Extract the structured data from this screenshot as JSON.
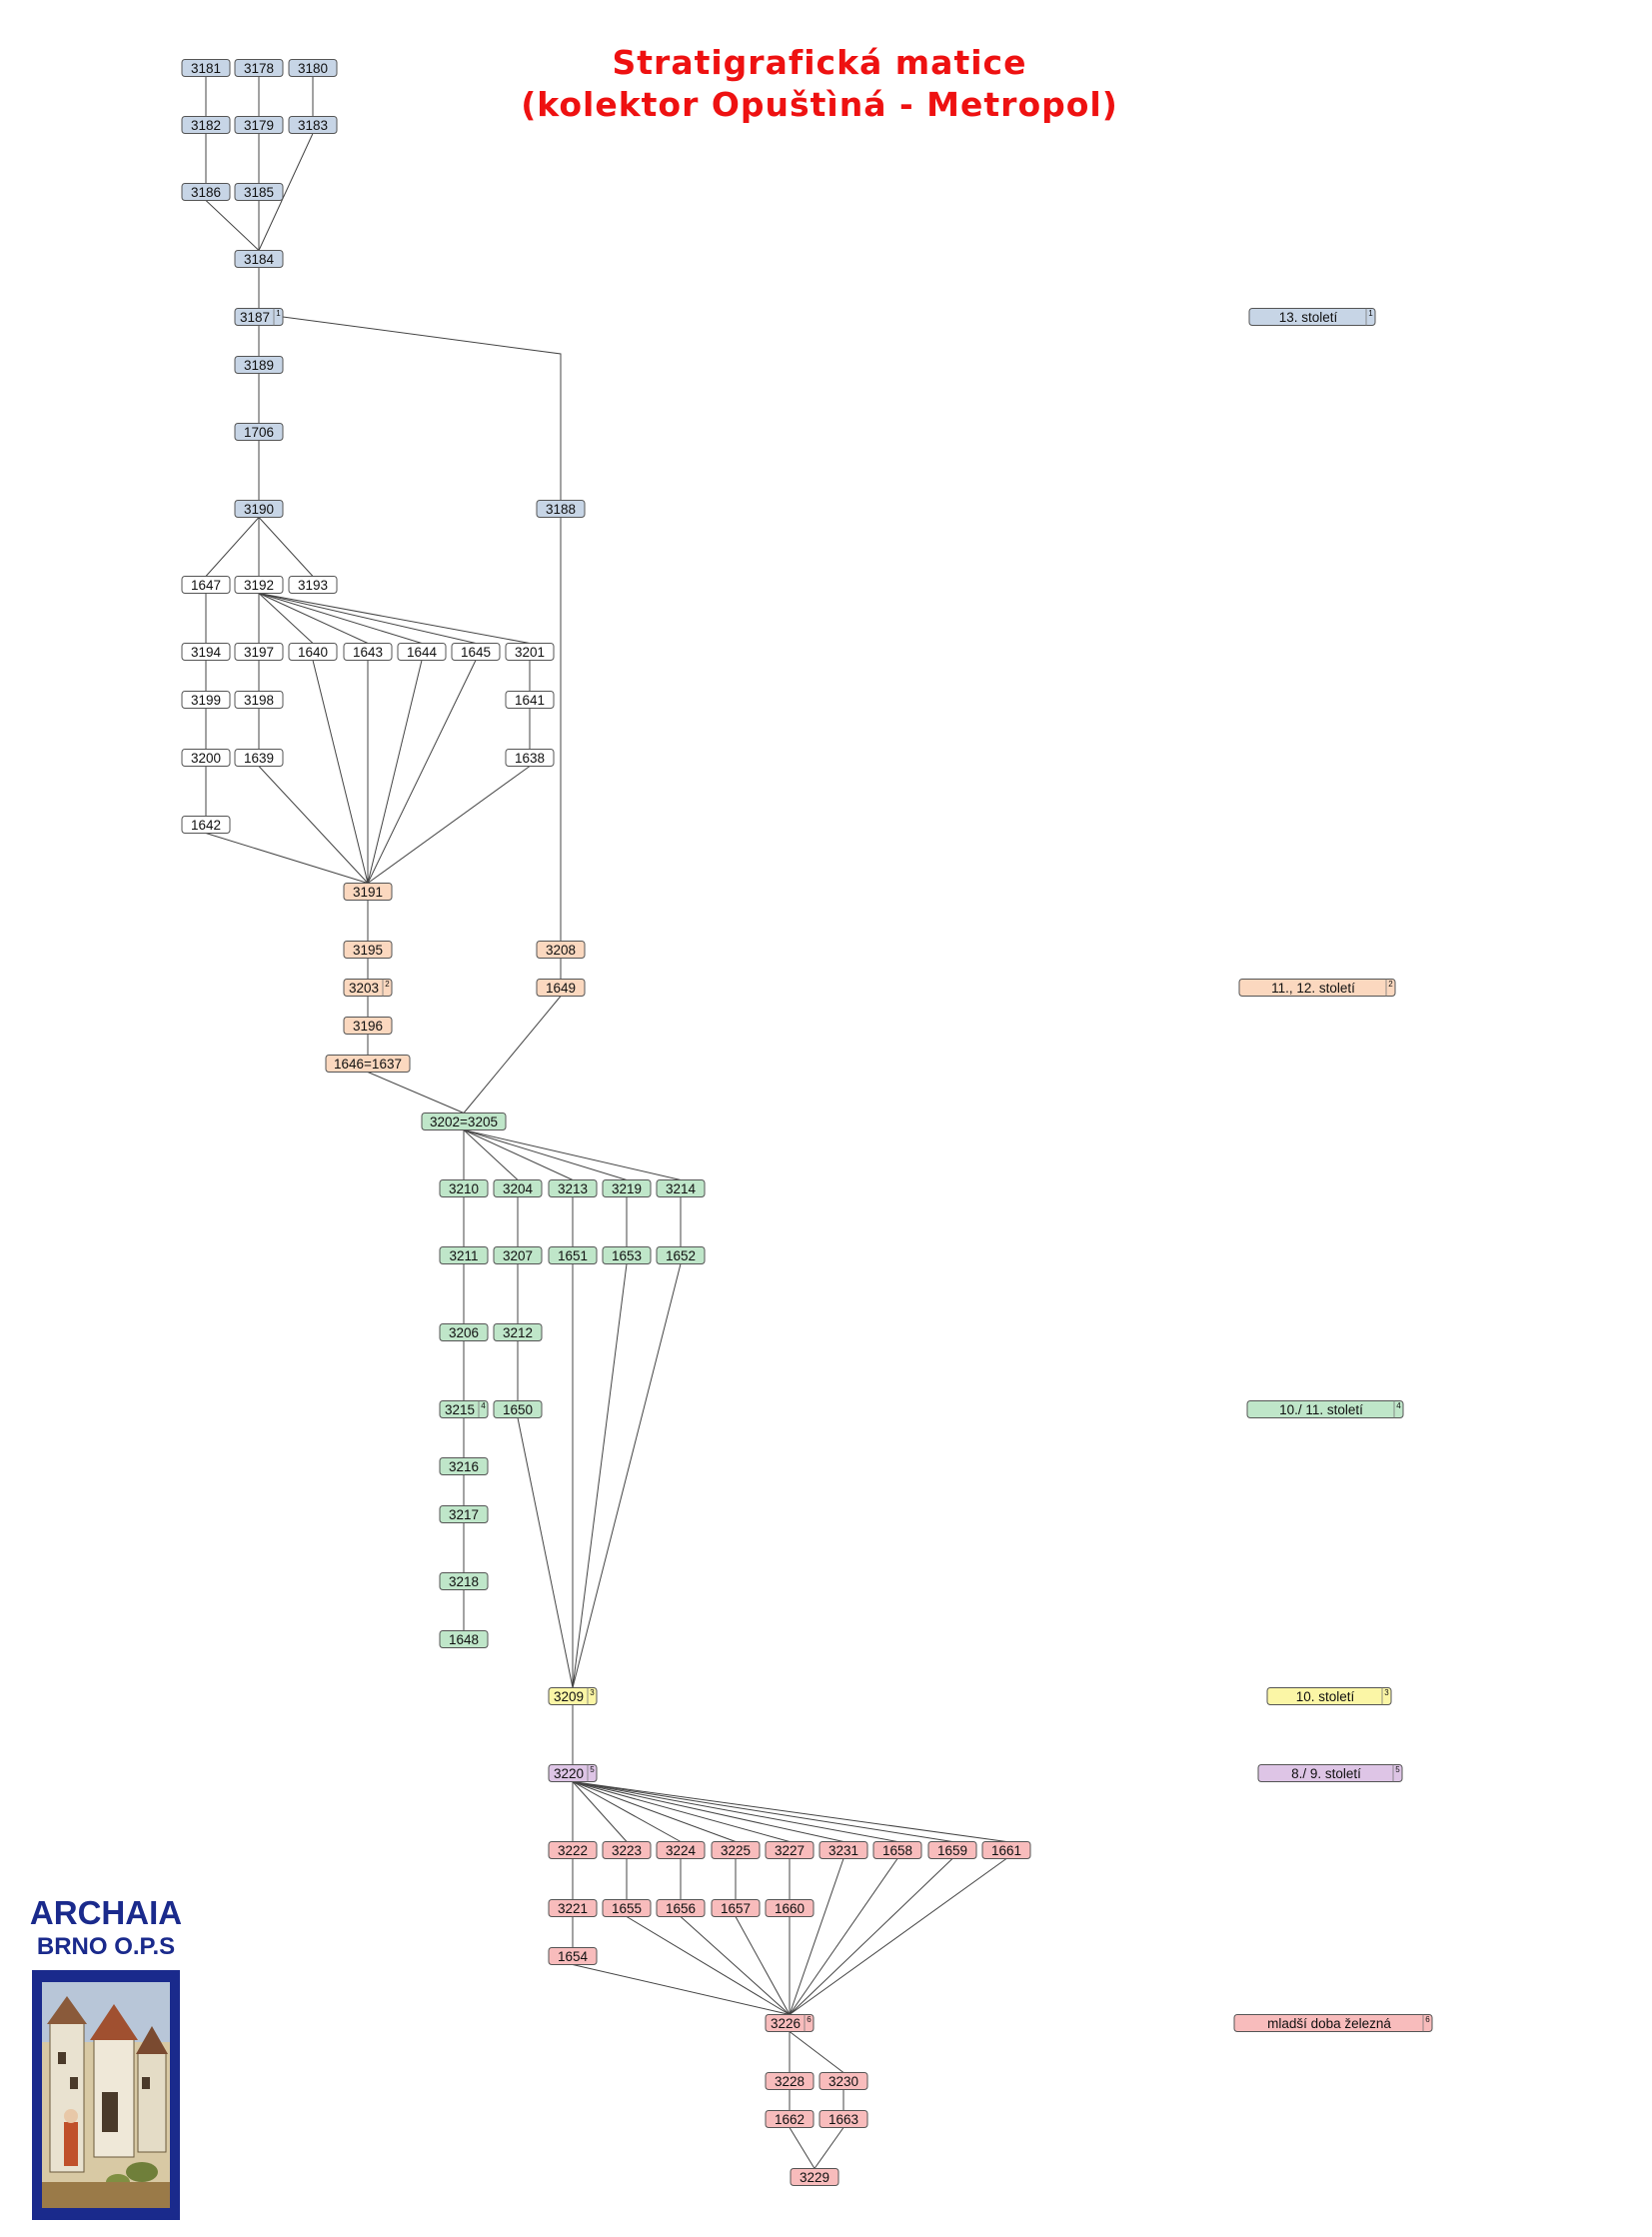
{
  "title": {
    "line1": "Stratigrafická matice",
    "line2": "(kolektor Opuštìná - Metropol)"
  },
  "colors": {
    "blue": "#c7d5e6",
    "white": "#ffffff",
    "orange": "#fbd8bf",
    "green": "#bfe6c9",
    "yellow": "#fbf6a6",
    "purple": "#dec5e6",
    "red": "#f8bcbc",
    "title": "#ee1111",
    "logo": "#1a2a8c"
  },
  "nodes": [
    {
      "id": "3181",
      "c": "blue"
    },
    {
      "id": "3178",
      "c": "blue"
    },
    {
      "id": "3180",
      "c": "blue"
    },
    {
      "id": "3182",
      "c": "blue"
    },
    {
      "id": "3179",
      "c": "blue"
    },
    {
      "id": "3183",
      "c": "blue"
    },
    {
      "id": "3186",
      "c": "blue"
    },
    {
      "id": "3185",
      "c": "blue"
    },
    {
      "id": "3184",
      "c": "blue"
    },
    {
      "id": "3187",
      "c": "blue",
      "sup": "1"
    },
    {
      "id": "3189",
      "c": "blue"
    },
    {
      "id": "1706",
      "c": "blue"
    },
    {
      "id": "3190",
      "c": "blue"
    },
    {
      "id": "3188",
      "c": "blue"
    },
    {
      "id": "1647",
      "c": "white"
    },
    {
      "id": "3192",
      "c": "white"
    },
    {
      "id": "3193",
      "c": "white"
    },
    {
      "id": "3194",
      "c": "white"
    },
    {
      "id": "3197",
      "c": "white"
    },
    {
      "id": "1640",
      "c": "white"
    },
    {
      "id": "1643",
      "c": "white"
    },
    {
      "id": "1644",
      "c": "white"
    },
    {
      "id": "1645",
      "c": "white"
    },
    {
      "id": "3201",
      "c": "white"
    },
    {
      "id": "3199",
      "c": "white"
    },
    {
      "id": "3198",
      "c": "white"
    },
    {
      "id": "1641",
      "c": "white"
    },
    {
      "id": "3200",
      "c": "white"
    },
    {
      "id": "1639",
      "c": "white"
    },
    {
      "id": "1638",
      "c": "white"
    },
    {
      "id": "1642",
      "c": "white"
    },
    {
      "id": "3191",
      "c": "orange"
    },
    {
      "id": "3195",
      "c": "orange"
    },
    {
      "id": "3208",
      "c": "orange"
    },
    {
      "id": "3203",
      "c": "orange",
      "sup": "2"
    },
    {
      "id": "1649",
      "c": "orange"
    },
    {
      "id": "3196",
      "c": "orange"
    },
    {
      "id": "1646=1637",
      "c": "orange"
    },
    {
      "id": "3202=3205",
      "c": "green"
    },
    {
      "id": "3210",
      "c": "green"
    },
    {
      "id": "3204",
      "c": "green"
    },
    {
      "id": "3213",
      "c": "green"
    },
    {
      "id": "3219",
      "c": "green"
    },
    {
      "id": "3214",
      "c": "green"
    },
    {
      "id": "3211",
      "c": "green"
    },
    {
      "id": "3207",
      "c": "green"
    },
    {
      "id": "1651",
      "c": "green"
    },
    {
      "id": "1653",
      "c": "green"
    },
    {
      "id": "1652",
      "c": "green"
    },
    {
      "id": "3206",
      "c": "green"
    },
    {
      "id": "3212",
      "c": "green"
    },
    {
      "id": "3215",
      "c": "green",
      "sup": "4"
    },
    {
      "id": "1650",
      "c": "green"
    },
    {
      "id": "3216",
      "c": "green"
    },
    {
      "id": "3217",
      "c": "green"
    },
    {
      "id": "3218",
      "c": "green"
    },
    {
      "id": "1648",
      "c": "green"
    },
    {
      "id": "3209",
      "c": "yellow",
      "sup": "3"
    },
    {
      "id": "3220",
      "c": "purple",
      "sup": "5"
    },
    {
      "id": "3222",
      "c": "red"
    },
    {
      "id": "3223",
      "c": "red"
    },
    {
      "id": "3224",
      "c": "red"
    },
    {
      "id": "3225",
      "c": "red"
    },
    {
      "id": "3227",
      "c": "red"
    },
    {
      "id": "3231",
      "c": "red"
    },
    {
      "id": "1658",
      "c": "red"
    },
    {
      "id": "1659",
      "c": "red"
    },
    {
      "id": "1661",
      "c": "red"
    },
    {
      "id": "3221",
      "c": "red"
    },
    {
      "id": "1655",
      "c": "red"
    },
    {
      "id": "1656",
      "c": "red"
    },
    {
      "id": "1657",
      "c": "red"
    },
    {
      "id": "1660",
      "c": "red"
    },
    {
      "id": "1654",
      "c": "red"
    },
    {
      "id": "3226",
      "c": "red",
      "sup": "6"
    },
    {
      "id": "3228",
      "c": "red"
    },
    {
      "id": "3230",
      "c": "red"
    },
    {
      "id": "1662",
      "c": "red"
    },
    {
      "id": "1663",
      "c": "red"
    },
    {
      "id": "3229",
      "c": "red"
    }
  ],
  "edges": [
    [
      "3181",
      "3182"
    ],
    [
      "3178",
      "3179"
    ],
    [
      "3180",
      "3183"
    ],
    [
      "3182",
      "3186"
    ],
    [
      "3179",
      "3185"
    ],
    [
      "3186",
      "3184"
    ],
    [
      "3185",
      "3184"
    ],
    [
      "3183",
      "3184"
    ],
    [
      "3184",
      "3187"
    ],
    [
      "3187",
      "3189"
    ],
    [
      "3187",
      "3188"
    ],
    [
      "3189",
      "1706"
    ],
    [
      "1706",
      "3190"
    ],
    [
      "3190",
      "1647"
    ],
    [
      "3190",
      "3192"
    ],
    [
      "3190",
      "3193"
    ],
    [
      "1647",
      "3194"
    ],
    [
      "3192",
      "3197"
    ],
    [
      "3192",
      "1640"
    ],
    [
      "3192",
      "1643"
    ],
    [
      "3192",
      "1644"
    ],
    [
      "3192",
      "1645"
    ],
    [
      "3192",
      "3201"
    ],
    [
      "3194",
      "3199"
    ],
    [
      "3197",
      "3198"
    ],
    [
      "3201",
      "1641"
    ],
    [
      "3199",
      "3200"
    ],
    [
      "3198",
      "1639"
    ],
    [
      "1641",
      "1638"
    ],
    [
      "3200",
      "1642"
    ],
    [
      "1642",
      "3191"
    ],
    [
      "1639",
      "3191"
    ],
    [
      "1640",
      "3191"
    ],
    [
      "1643",
      "3191"
    ],
    [
      "1644",
      "3191"
    ],
    [
      "1645",
      "3191"
    ],
    [
      "1638",
      "3191"
    ],
    [
      "3191",
      "3195"
    ],
    [
      "3195",
      "3203"
    ],
    [
      "3203",
      "3196"
    ],
    [
      "3196",
      "1646=1637"
    ],
    [
      "3188",
      "3208"
    ],
    [
      "3208",
      "1649"
    ],
    [
      "1646=1637",
      "3202=3205"
    ],
    [
      "1649",
      "3202=3205"
    ],
    [
      "3202=3205",
      "3210"
    ],
    [
      "3202=3205",
      "3204"
    ],
    [
      "3202=3205",
      "3213"
    ],
    [
      "3202=3205",
      "3219"
    ],
    [
      "3202=3205",
      "3214"
    ],
    [
      "3210",
      "3211"
    ],
    [
      "3204",
      "3207"
    ],
    [
      "3213",
      "1651"
    ],
    [
      "3219",
      "1653"
    ],
    [
      "3214",
      "1652"
    ],
    [
      "3211",
      "3206"
    ],
    [
      "3207",
      "3212"
    ],
    [
      "3206",
      "3215"
    ],
    [
      "3212",
      "1650"
    ],
    [
      "3215",
      "3216"
    ],
    [
      "3216",
      "3217"
    ],
    [
      "3217",
      "3218"
    ],
    [
      "3218",
      "1648"
    ],
    [
      "1650",
      "3209"
    ],
    [
      "1651",
      "3209"
    ],
    [
      "1653",
      "3209"
    ],
    [
      "1652",
      "3209"
    ],
    [
      "3209",
      "3220"
    ],
    [
      "3220",
      "3222"
    ],
    [
      "3220",
      "3223"
    ],
    [
      "3220",
      "3224"
    ],
    [
      "3220",
      "3225"
    ],
    [
      "3220",
      "3227"
    ],
    [
      "3220",
      "3231"
    ],
    [
      "3220",
      "1658"
    ],
    [
      "3220",
      "1659"
    ],
    [
      "3220",
      "1661"
    ],
    [
      "3222",
      "3221"
    ],
    [
      "3223",
      "1655"
    ],
    [
      "3224",
      "1656"
    ],
    [
      "3225",
      "1657"
    ],
    [
      "3227",
      "1660"
    ],
    [
      "3221",
      "1654"
    ],
    [
      "1654",
      "3226"
    ],
    [
      "1655",
      "3226"
    ],
    [
      "1656",
      "3226"
    ],
    [
      "1657",
      "3226"
    ],
    [
      "1660",
      "3226"
    ],
    [
      "3231",
      "3226"
    ],
    [
      "1658",
      "3226"
    ],
    [
      "1659",
      "3226"
    ],
    [
      "1661",
      "3226"
    ],
    [
      "3226",
      "3228"
    ],
    [
      "3226",
      "3230"
    ],
    [
      "3228",
      "1662"
    ],
    [
      "3230",
      "1663"
    ],
    [
      "1662",
      "3229"
    ],
    [
      "1663",
      "3229"
    ]
  ],
  "periods": [
    {
      "label": "13. století",
      "c": "blue",
      "sup": "1"
    },
    {
      "label": "11., 12. století",
      "c": "orange",
      "sup": "2"
    },
    {
      "label": "10./ 11. století",
      "c": "green",
      "sup": "4"
    },
    {
      "label": "10. století",
      "c": "yellow",
      "sup": "3"
    },
    {
      "label": "8./ 9. století",
      "c": "purple",
      "sup": "5"
    },
    {
      "label": "mladší doba železná",
      "c": "red",
      "sup": "6"
    }
  ],
  "logo": {
    "name": "ARCHAIA",
    "sub": "BRNO O.P.S"
  }
}
